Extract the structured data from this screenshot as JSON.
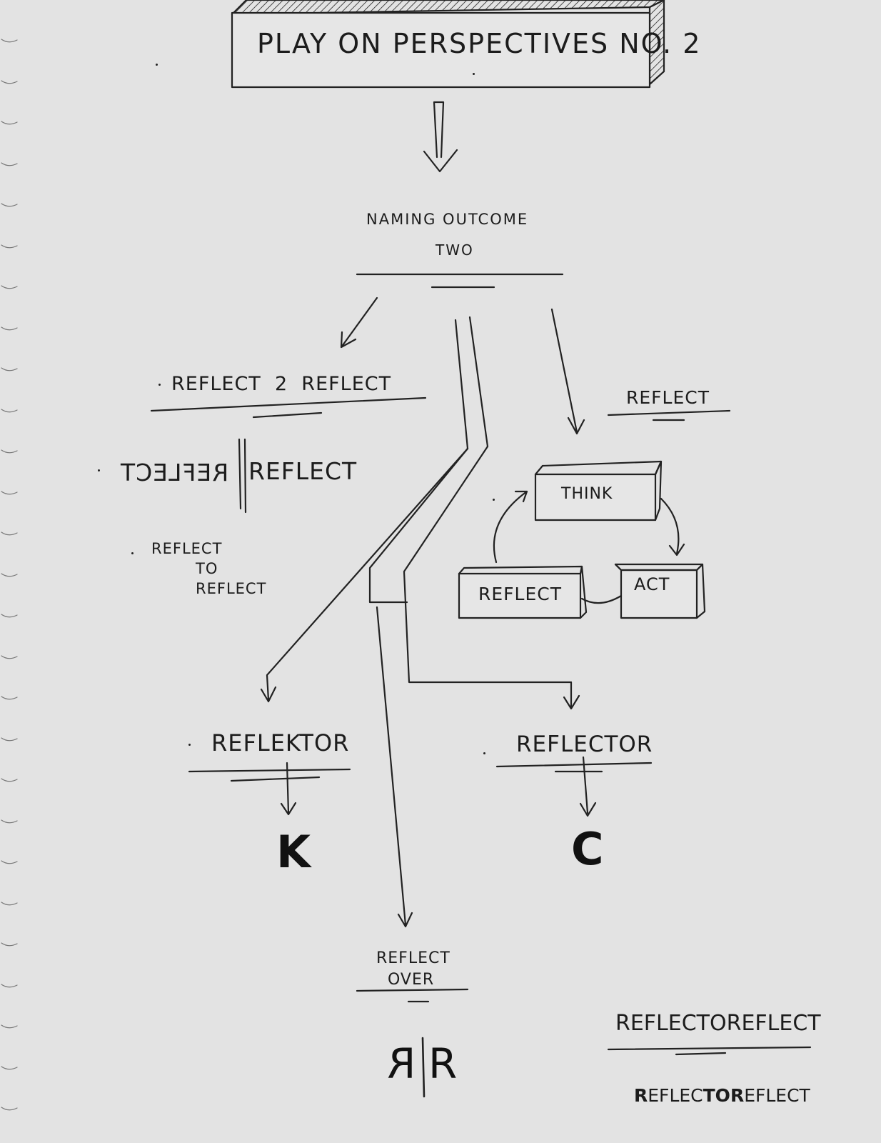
{
  "title": "PLAY ON PERSPECTIVES NO. 2",
  "naming": {
    "line1": "NAMING OUTCOME",
    "line2": "TWO"
  },
  "reflect2reflect": "REFLECT  2  REFLECT",
  "mirror": {
    "reversed": "REFLECT",
    "normal": "REFLECT"
  },
  "reflect_to_reflect": {
    "line1": "REFLECT",
    "line2": "TO",
    "line3": "REFLECT"
  },
  "cycle": {
    "heading": "REFLECT",
    "think": "THINK",
    "act": "ACT",
    "reflect": "REFLECT"
  },
  "reflektor": {
    "label": "REFLEKTOR",
    "letter": "K"
  },
  "reflector": {
    "label": "REFLECTOR",
    "letter": "C"
  },
  "reflect_over": {
    "line1": "REFLECT",
    "line2": "OVER",
    "left_r": "R",
    "right_r": "R"
  },
  "combined": {
    "label": "REFLECTOREFLECT",
    "styled": [
      "R",
      "EFLEC",
      "TO",
      "R",
      "EFLECT"
    ]
  }
}
